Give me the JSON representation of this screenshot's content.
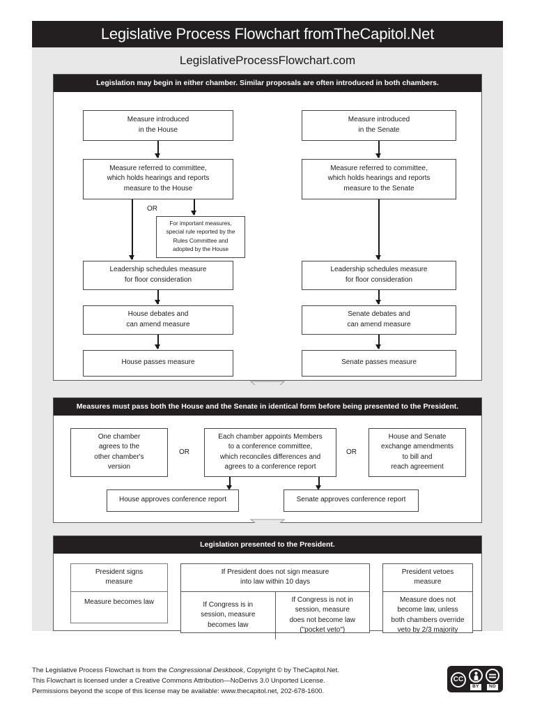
{
  "header": {
    "title": "Legislative Process Flowchart fromTheCapitol.Net",
    "subtitle": "LegislativeProcessFlowchart.com"
  },
  "colors": {
    "header_bg": "#231f20",
    "panel_band": "#e8e8e8",
    "box_border": "#444444",
    "text": "#1a1a1a"
  },
  "sections": [
    {
      "id": "introduction",
      "header": "Legislation may begin in either chamber. Similar proposals are often introduced in both chambers.",
      "house": {
        "introduced": "Measure introduced\nin the House",
        "committee": "Measure referred to committee,\nwhich holds hearings and reports\nmeasure to the House",
        "or_label": "OR",
        "special_rule": "For important measures,\nspecial rule reported by the\nRules Committee and\nadopted by the House",
        "leadership": "Leadership schedules measure\nfor floor consideration",
        "debate": "House debates and\ncan amend measure",
        "passes": "House passes measure"
      },
      "senate": {
        "introduced": "Measure introduced\nin the Senate",
        "committee": "Measure referred to committee,\nwhich holds hearings and reports\nmeasure to the Senate",
        "leadership": "Leadership schedules measure\nfor floor consideration",
        "debate": "Senate debates and\ncan amend measure",
        "passes": "Senate passes measure"
      }
    },
    {
      "id": "reconciliation",
      "header": "Measures must pass both the House and the Senate in identical form before being presented to the President.",
      "option_one": "One chamber\nagrees to the\nother chamber's\nversion",
      "or_left": "OR",
      "option_conference": "Each chamber appoints Members\nto a conference committee,\nwhich reconciles differences and\nagrees to a conference report",
      "or_right": "OR",
      "option_exchange": "House and Senate\nexchange amendments\nto bill and\nreach agreement",
      "house_approves": "House approves conference report",
      "senate_approves": "Senate approves conference report"
    },
    {
      "id": "president",
      "header": "Legislation presented to the President.",
      "signs": {
        "top": "President signs\nmeasure",
        "bottom": "Measure becomes law"
      },
      "no_sign": {
        "top": "If President does not sign measure\ninto law within 10 days",
        "bottom_left": "If Congress is in\nsession, measure\nbecomes law",
        "bottom_right": "If Congress is not in\nsession, measure\ndoes not become law\n(\"pocket veto\")"
      },
      "vetoes": {
        "top": "President vetoes\nmeasure",
        "bottom": "Measure does not\nbecome law, unless\nboth chambers override\nveto by 2/3 majority"
      }
    }
  ],
  "footer": {
    "line1_pre": "The Legislative Process Flowchart is from the ",
    "line1_italic": "Congressional Deskbook",
    "line1_post": ", Copyright © by TheCapitol.Net.",
    "line2": "This Flowchart is licensed under a Creative Commons Attribution—NoDerivs 3.0 Unported License.",
    "line3": "Permissions beyond the scope of this license may be available: www.thecapitol.net, 202-678-1600.",
    "cc_badge": {
      "mark": "CC",
      "by_tag": "BY",
      "nd_tag": "ND"
    }
  }
}
